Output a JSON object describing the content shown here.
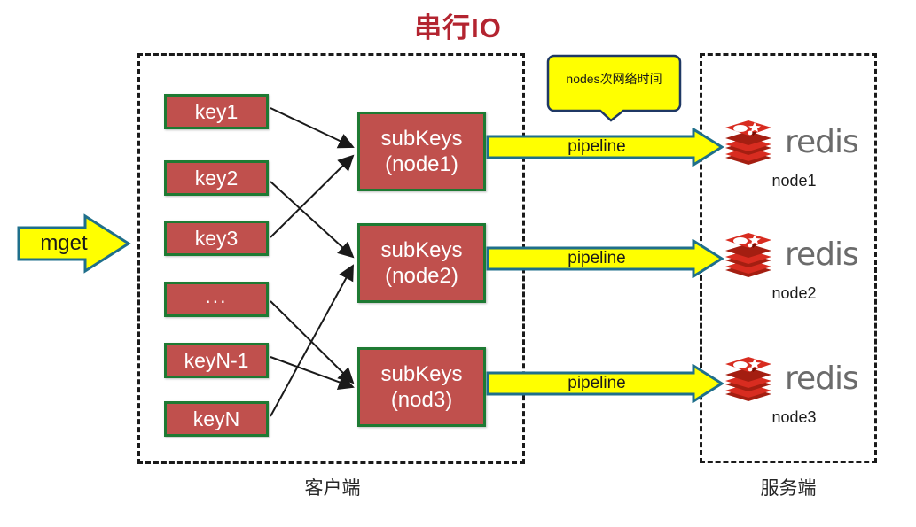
{
  "title": "串行IO",
  "colors": {
    "title": "#b32430",
    "box_fill": "#c0504d",
    "box_border": "#1e7a33",
    "arrow_fill": "#ffff00",
    "arrow_border": "#1f6f8b",
    "callout_fill": "#ffff00",
    "callout_border": "#1f3864",
    "redis_red": "#d82c20",
    "redis_text": "#6b6b6b",
    "dashed_border": "#1a1a1a"
  },
  "client": {
    "caption": "客户端",
    "keys": [
      {
        "label": "key1"
      },
      {
        "label": "key2"
      },
      {
        "label": "key3"
      },
      {
        "label": "..."
      },
      {
        "label": "keyN-1"
      },
      {
        "label": "keyN"
      }
    ],
    "subkeys": [
      {
        "line1": "subKeys",
        "line2": "(node1)"
      },
      {
        "line1": "subKeys",
        "line2": "(node2)"
      },
      {
        "line1": "subKeys",
        "line2": "(nod3)"
      }
    ]
  },
  "input": {
    "label": "mget"
  },
  "callout": {
    "text": "nodes次网络时间"
  },
  "pipelines": [
    {
      "label": "pipeline"
    },
    {
      "label": "pipeline"
    },
    {
      "label": "pipeline"
    }
  ],
  "server": {
    "caption": "服务端",
    "nodes": [
      {
        "word": "redis",
        "caption": "node1"
      },
      {
        "word": "redis",
        "caption": "node2"
      },
      {
        "word": "redis",
        "caption": "node3"
      }
    ]
  },
  "mapping": [
    {
      "from": "key1",
      "to": "subKeys (node1)"
    },
    {
      "from": "key2",
      "to": "subKeys (node2)"
    },
    {
      "from": "key3",
      "to": "subKeys (node1)"
    },
    {
      "from": "...",
      "to": "subKeys (nod3)"
    },
    {
      "from": "keyN-1",
      "to": "subKeys (nod3)"
    },
    {
      "from": "keyN",
      "to": "subKeys (node2)"
    }
  ]
}
